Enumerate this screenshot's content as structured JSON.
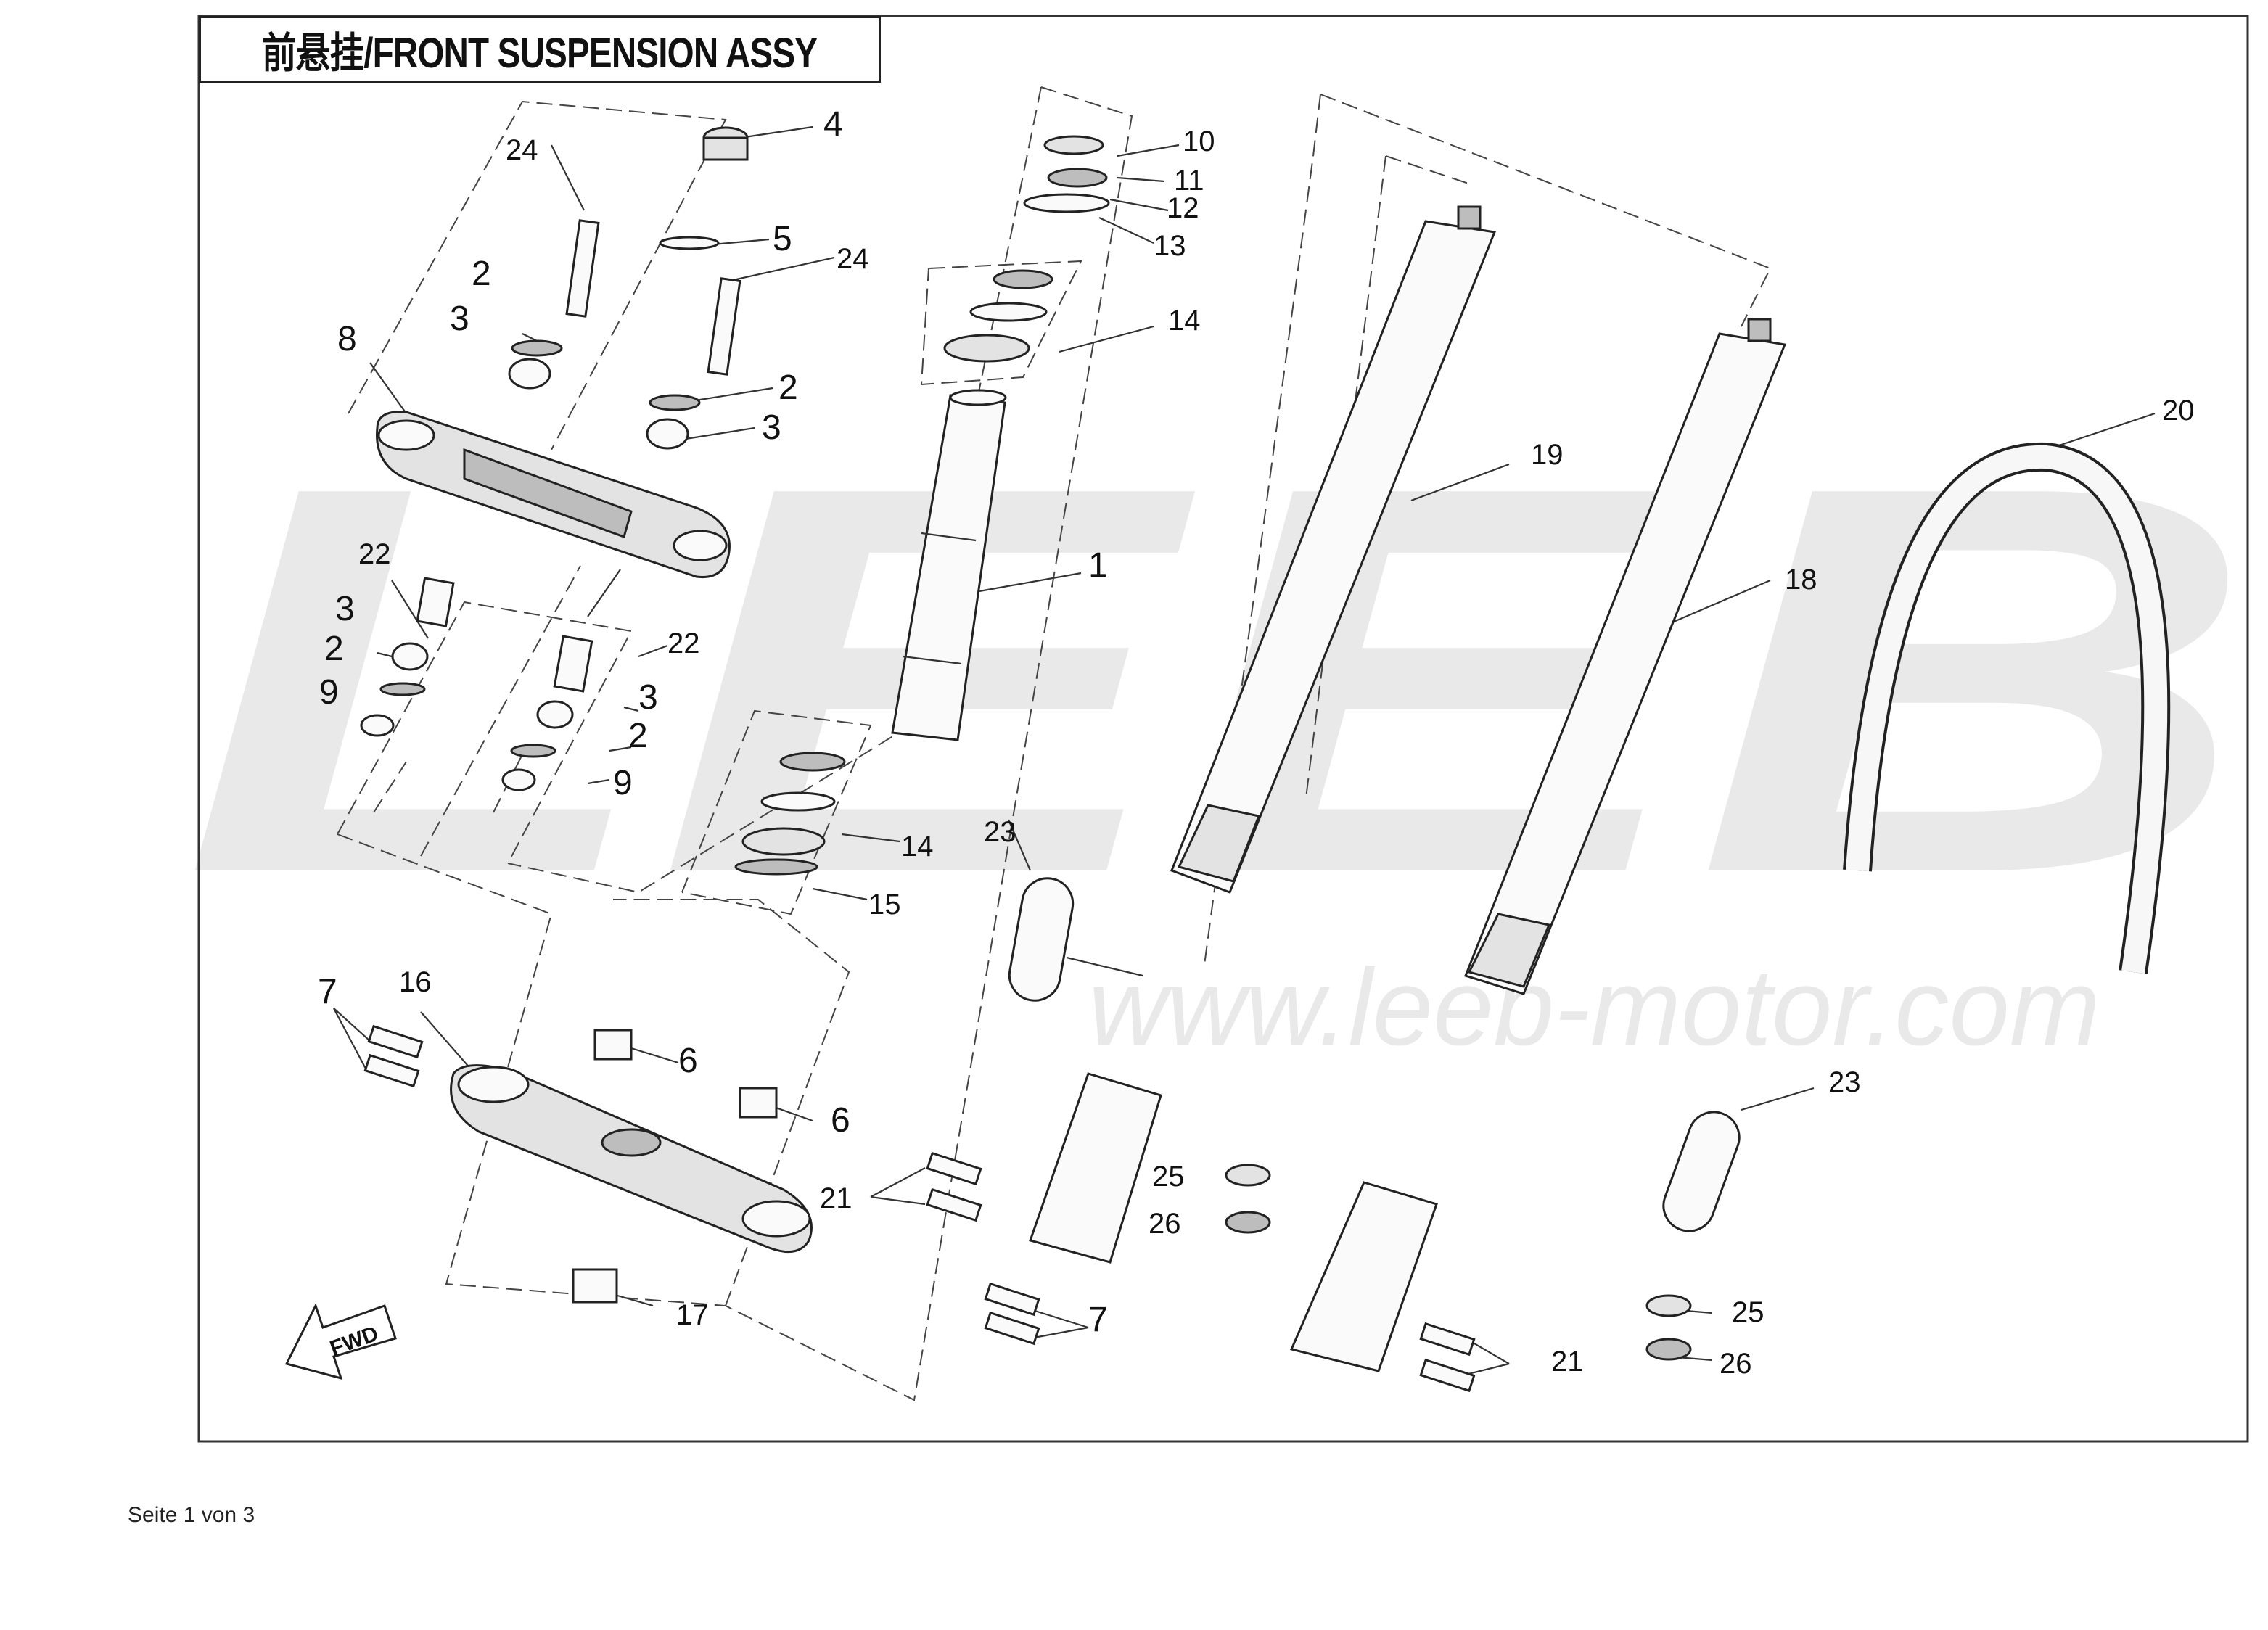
{
  "title": "前悬挂/FRONT SUSPENSION ASSY",
  "watermark": {
    "logo": "LEEB",
    "url": "www.leeb-motor.com"
  },
  "fwd_label": "FWD",
  "footer": "Seite 1 von 3",
  "callouts": {
    "c1": "1",
    "c2a": "2",
    "c2b": "2",
    "c2c": "2",
    "c2d": "2",
    "c3a": "3",
    "c3b": "3",
    "c3c": "3",
    "c3d": "3",
    "c4": "4",
    "c5": "5",
    "c6a": "6",
    "c6b": "6",
    "c7a": "7",
    "c7b": "7",
    "c8": "8",
    "c9a": "9",
    "c9b": "9",
    "c10": "10",
    "c11": "11",
    "c12": "12",
    "c13": "13",
    "c14a": "14",
    "c14b": "14",
    "c15": "15",
    "c16": "16",
    "c17": "17",
    "c18": "18",
    "c19": "19",
    "c20": "20",
    "c21a": "21",
    "c21b": "21",
    "c22a": "22",
    "c22b": "22",
    "c23a": "23",
    "c23b": "23",
    "c24a": "24",
    "c24b": "24",
    "c25a": "25",
    "c25b": "25",
    "c26a": "26",
    "c26b": "26"
  },
  "colors": {
    "outline": "#222222",
    "frame": "#333333",
    "watermark": "#e9e9e9"
  }
}
